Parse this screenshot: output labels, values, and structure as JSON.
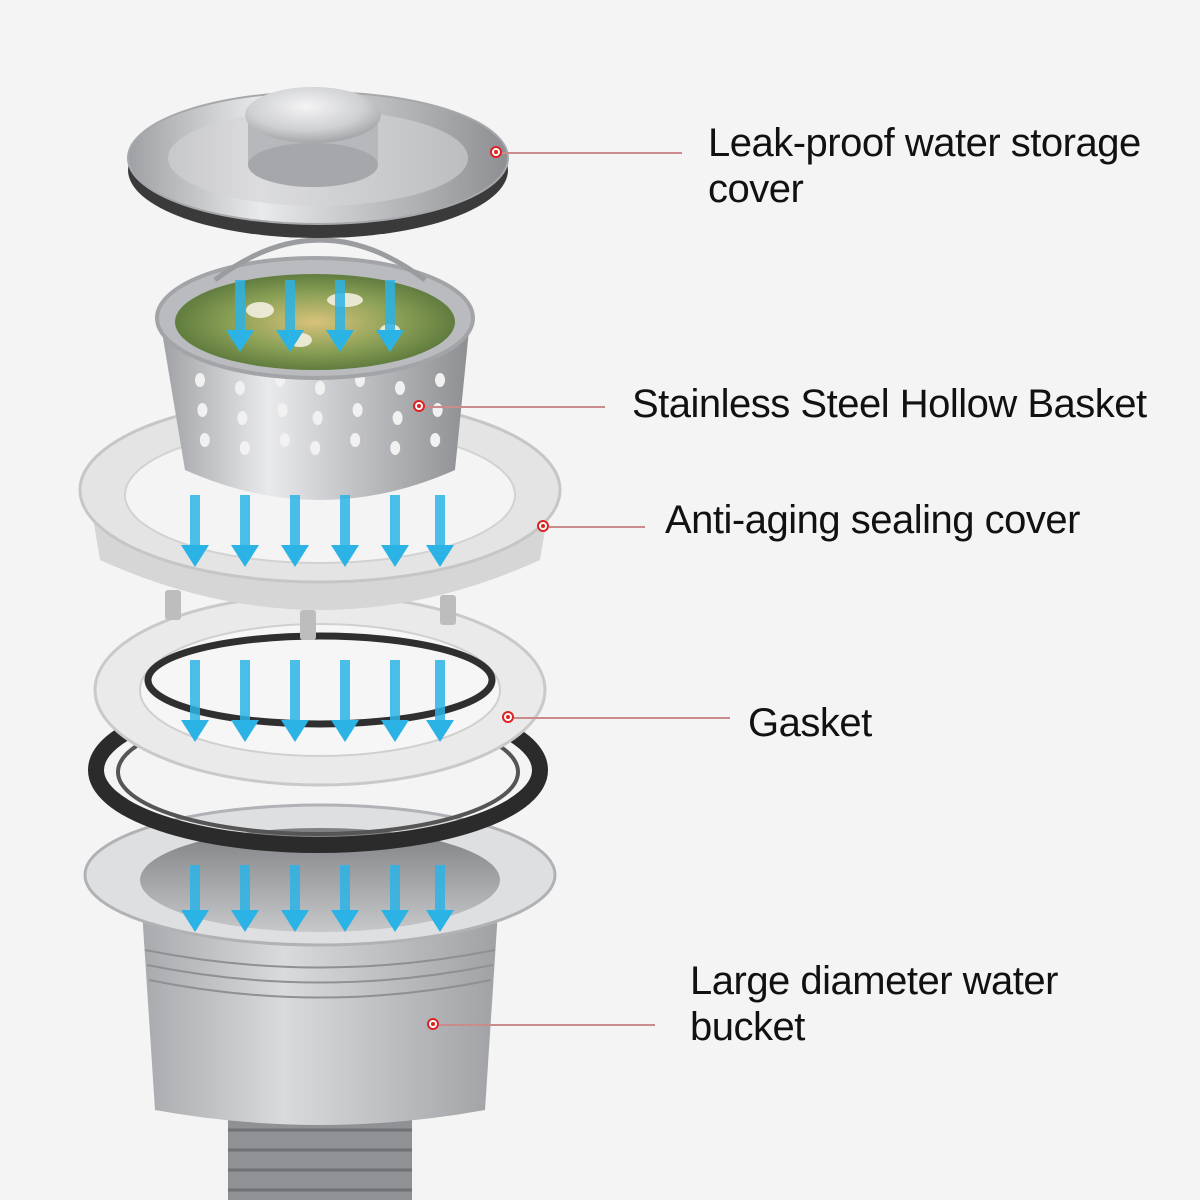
{
  "labels": {
    "cover": [
      "Leak-proof water storage",
      "cover"
    ],
    "basket": "Stainless Steel Hollow Basket",
    "sealing_cover": "Anti-aging sealing cover",
    "gasket": "Gasket",
    "bucket": [
      "Large diameter water",
      "bucket"
    ]
  },
  "colors": {
    "background": "#f4f4f4",
    "steel": "#c8c9cb",
    "plastic": "#e6e6e6",
    "rubber": "#2b2b2b",
    "water_arrow": "#2bb3e6",
    "marker": "#d22222",
    "leader": "#c98b8b"
  }
}
